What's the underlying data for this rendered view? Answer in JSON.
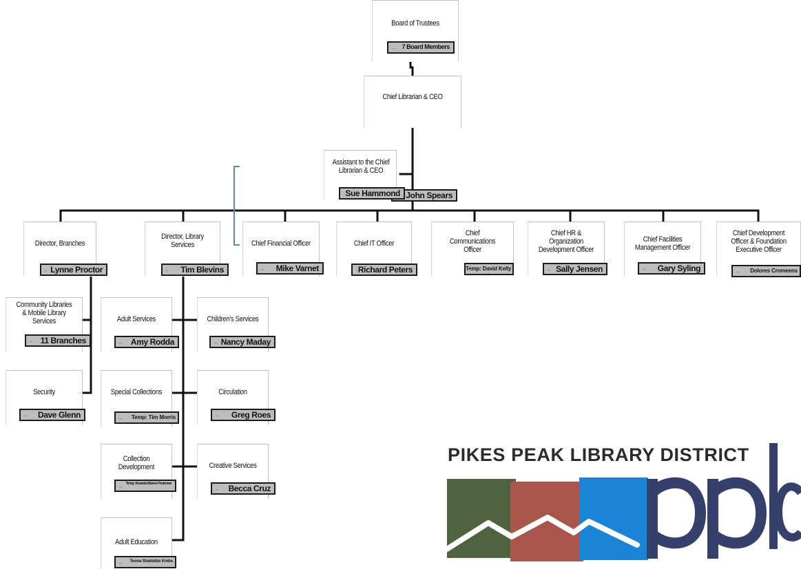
{
  "chart": {
    "board": {
      "title": "Board of Trustees",
      "name": "7 Board Members"
    },
    "ceo": {
      "title": "Chief Librarian & CEO",
      "name": "John Spears"
    },
    "assistant": {
      "title": "Assistant to the Chief\nLibrarian & CEO",
      "name": "Sue Hammond"
    },
    "executives": [
      {
        "title": "Director, Branches",
        "name": "Lynne Proctor"
      },
      {
        "title": "Director, Library\nServices",
        "name": "Tim Blevins"
      },
      {
        "title": "Chief Financial Officer",
        "name": "Mike Varnet"
      },
      {
        "title": "Chief IT Officer",
        "name": "Richard Peters"
      },
      {
        "title": "Chief\nCommunications\nOfficer",
        "name": "Temp: David Kelly"
      },
      {
        "title": "Chief HR &\nOrganization\nDevelopment Officer",
        "name": "Sally Jensen"
      },
      {
        "title": "Chief Facilities\nManagement Officer",
        "name": "Gary Syling"
      },
      {
        "title": "Chief Development\nOfficer & Foundation\nExecutive Officer",
        "name": "Dolores Cromeens"
      }
    ],
    "branches_children": [
      {
        "title": "Community Libraries\n& Mobile Library\nServices",
        "name": "11 Branches"
      },
      {
        "title": "Security",
        "name": "Dave Glenn"
      }
    ],
    "library_services_children": [
      {
        "title": "Adult Services",
        "name": "Amy Rodda"
      },
      {
        "title": "Children's Services",
        "name": "Nancy Maday"
      },
      {
        "title": "Special Collections",
        "name": "Temp: Tim Morris"
      },
      {
        "title": "Circulation",
        "name": "Greg Roes"
      },
      {
        "title": "Collection\nDevelopment",
        "name": "Temp: Amanda Manno\nPrutzman"
      },
      {
        "title": "Creative Services",
        "name": "Becca Cruz"
      },
      {
        "title": "Adult Education",
        "name": "Teona Shainidze Krebs"
      }
    ]
  },
  "logo": {
    "text": "PIKES PEAK LIBRARY DISTRICT",
    "mark_letters": "pplc",
    "colors": {
      "green": "#4f6340",
      "red": "#a8554a",
      "blue": "#1b84d7",
      "letters": "#35406b"
    }
  }
}
